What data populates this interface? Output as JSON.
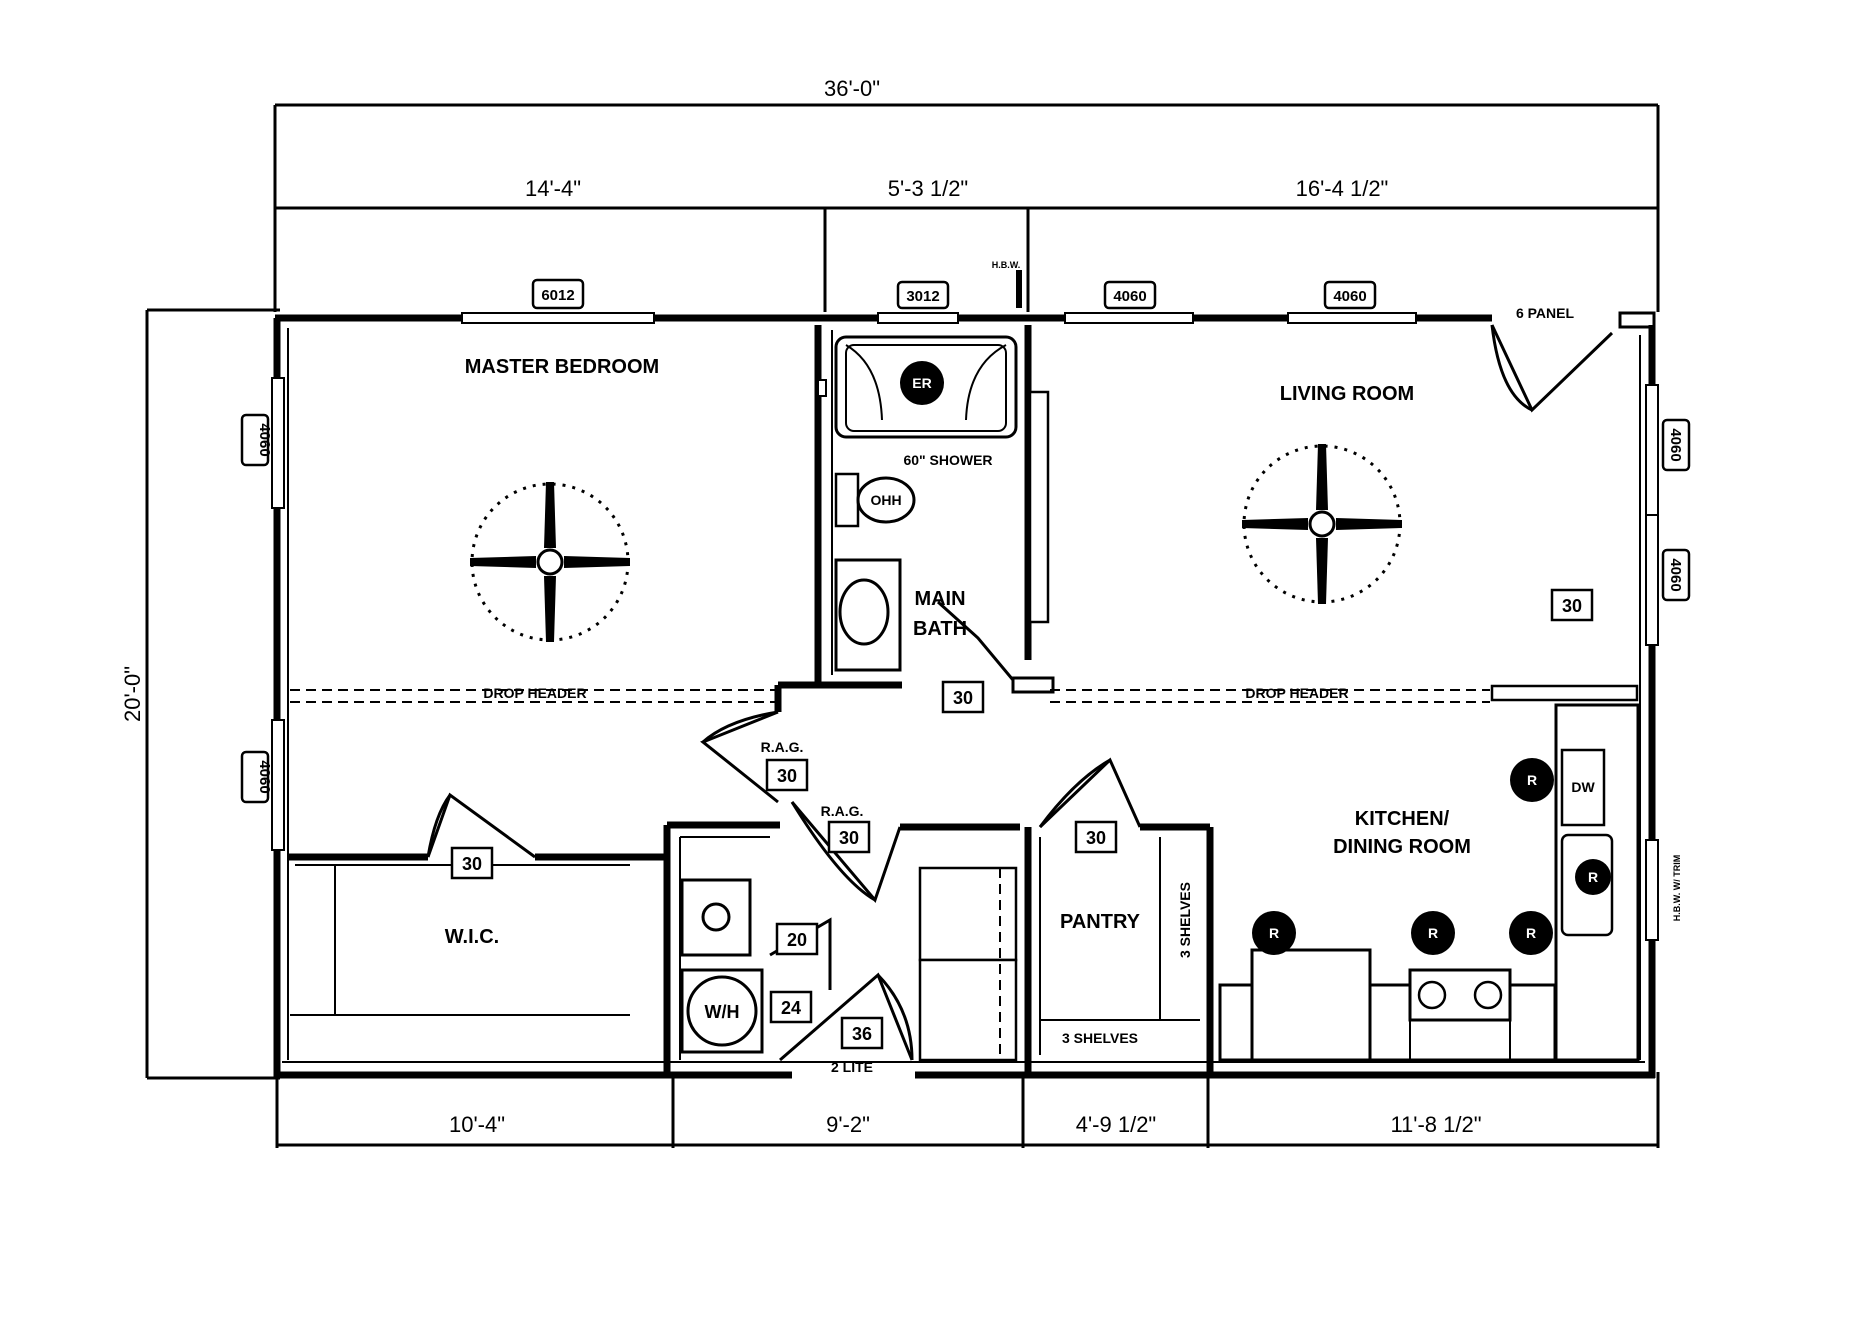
{
  "dimensions": {
    "overall_width": "36'-0\"",
    "overall_depth": "20'-0\"",
    "top_sections": [
      "14'-4\"",
      "5'-3 1/2\"",
      "16'-4 1/2\""
    ],
    "bottom_sections": [
      "10'-4\"",
      "9'-2\"",
      "4'-9 1/2\"",
      "11'-8 1/2\""
    ]
  },
  "rooms": {
    "master_bedroom": "MASTER BEDROOM",
    "living_room": "LIVING ROOM",
    "main_bath_line1": "MAIN",
    "main_bath_line2": "BATH",
    "kitchen_line1": "KITCHEN/",
    "kitchen_line2": "DINING ROOM",
    "wic": "W.I.C.",
    "pantry": "PANTRY"
  },
  "windows": {
    "top_master": "6012",
    "top_bath": "3012",
    "top_living_1": "4060",
    "top_living_2": "4060",
    "left_upper": "4060",
    "left_lower": "4060",
    "right_upper": "4060",
    "right_lower": "4060"
  },
  "labels": {
    "drop_header_left": "DROP HEADER",
    "drop_header_right": "DROP HEADER",
    "shower": "60\" SHOWER",
    "six_panel": "6 PANEL",
    "rag_1": "R.A.G.",
    "rag_2": "R.A.G.",
    "three_shelves_vertical": "3 SHELVES",
    "three_shelves_horizontal": "3 SHELVES",
    "two_lite": "2 LITE",
    "water_heater": "W/H",
    "dishwasher": "DW",
    "sink": "R",
    "ohh": "OHH",
    "fixture_er": "ER",
    "hose_bib_top": "H.B.W.",
    "hose_bib_right": "H.B.W. W/ TRIM"
  },
  "door_tags": {
    "bath": "30",
    "living": "30",
    "rag_upper": "30",
    "rag_lower": "30",
    "wic": "30",
    "pantry": "30",
    "laundry_upper": "20",
    "laundry_lower": "24",
    "exterior_rear": "36"
  },
  "recessed_lights": {
    "kitchen_1": "R",
    "kitchen_2": "R",
    "kitchen_3": "R",
    "kitchen_4": "R",
    "sink": "R"
  }
}
